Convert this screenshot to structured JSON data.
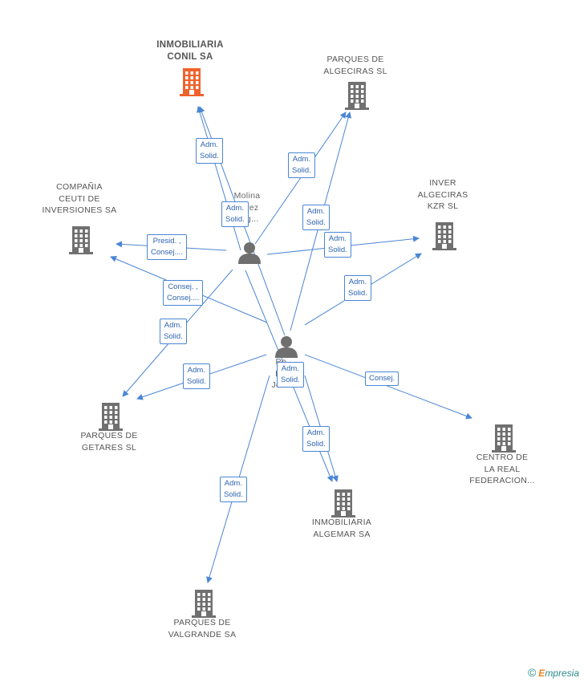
{
  "companies": [
    {
      "id": "conil",
      "lines": [
        "INMOBILIARIA",
        "CONIL SA"
      ],
      "main": true
    },
    {
      "id": "algeciras",
      "lines": [
        "PARQUES DE",
        "ALGECIRAS SL"
      ]
    },
    {
      "id": "ceuti",
      "lines": [
        "COMPAÑIA",
        "CEUTI DE",
        "INVERSIONES SA"
      ]
    },
    {
      "id": "inver",
      "lines": [
        "INVER",
        "ALGECIRAS",
        "KZR SL"
      ]
    },
    {
      "id": "getares",
      "lines": [
        "PARQUES DE",
        "GETARES SL"
      ]
    },
    {
      "id": "centro",
      "lines": [
        "CENTRO DE",
        "LA REAL",
        "FEDERACION..."
      ]
    },
    {
      "id": "algemar",
      "lines": [
        "INMOBILIARIA",
        "ALGEMAR SA"
      ]
    },
    {
      "id": "valgrande",
      "lines": [
        "PARQUES DE",
        "VALGRANDE SA"
      ]
    }
  ],
  "persons": [
    {
      "id": "p1",
      "lines": [
        "Molina",
        "Pérez",
        "Ang..."
      ]
    },
    {
      "id": "p2",
      "lines": [
        "Po...",
        "De...",
        "Jose..."
      ]
    }
  ],
  "edge_labels": [
    {
      "id": "e1",
      "lines": [
        "Adm.",
        "Solid."
      ]
    },
    {
      "id": "e2",
      "lines": [
        "Adm.",
        "Solid."
      ]
    },
    {
      "id": "e3",
      "lines": [
        "Adm.",
        "Solid."
      ]
    },
    {
      "id": "e4",
      "lines": [
        "Adm.",
        "Solid."
      ]
    },
    {
      "id": "e5",
      "lines": [
        "Adm.",
        "Solid."
      ]
    },
    {
      "id": "e6",
      "lines": [
        "Presid. ,",
        "Consej...."
      ]
    },
    {
      "id": "e7",
      "lines": [
        "Consej. ,",
        "Consej...."
      ]
    },
    {
      "id": "e8",
      "lines": [
        "Adm.",
        "Solid."
      ]
    },
    {
      "id": "e9",
      "lines": [
        "Adm.",
        "Solid."
      ]
    },
    {
      "id": "e10",
      "lines": [
        "Adm.",
        "Solid."
      ]
    },
    {
      "id": "e11",
      "lines": [
        "Adm.",
        "Solid."
      ]
    },
    {
      "id": "e12",
      "lines": [
        "Consej."
      ]
    },
    {
      "id": "e13",
      "lines": [
        "Adm.",
        "Solid."
      ]
    },
    {
      "id": "e14",
      "lines": [
        "Adm.",
        "Solid."
      ]
    }
  ],
  "footer": {
    "copyright": "©",
    "brand_first": "E",
    "brand_rest": "mpresia"
  },
  "colors": {
    "main_company": "#f0622d",
    "company": "#707070",
    "person": "#6f6f6f",
    "edge": "#4a86d4"
  }
}
